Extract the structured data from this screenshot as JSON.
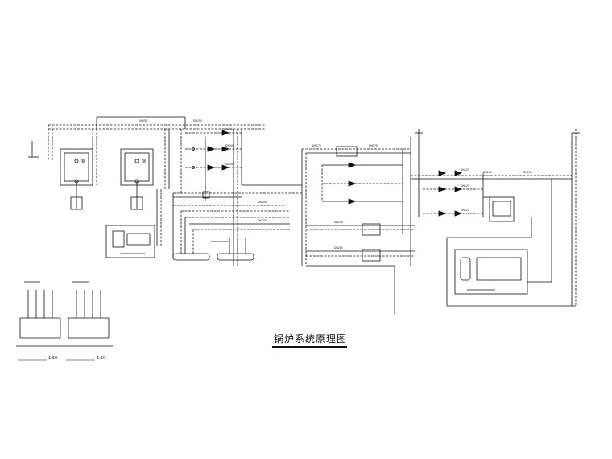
{
  "diagram": {
    "title": "锅炉系统原理图",
    "boilers": [
      {
        "symbol": "锅"
      },
      {
        "symbol": "锅"
      }
    ],
    "pipe_labels": {
      "top_main_a": "DN250",
      "top_main_b": "DN250",
      "pump_top_1": "DN200",
      "pump_top_2": "DN200",
      "pump_top_3": "DN200",
      "mid_1": "DN200",
      "mid_2": "DN200",
      "hx_1": "DN175",
      "hx_2": "DN175",
      "hx_3": "DN200",
      "hx_4": "DN200",
      "right_1": "DN250",
      "right_2": "DN125",
      "right_3": "DN125",
      "right_4": "DN125",
      "right_5": "DN200"
    },
    "scale_labels": [
      "1:50",
      "1:50"
    ]
  }
}
